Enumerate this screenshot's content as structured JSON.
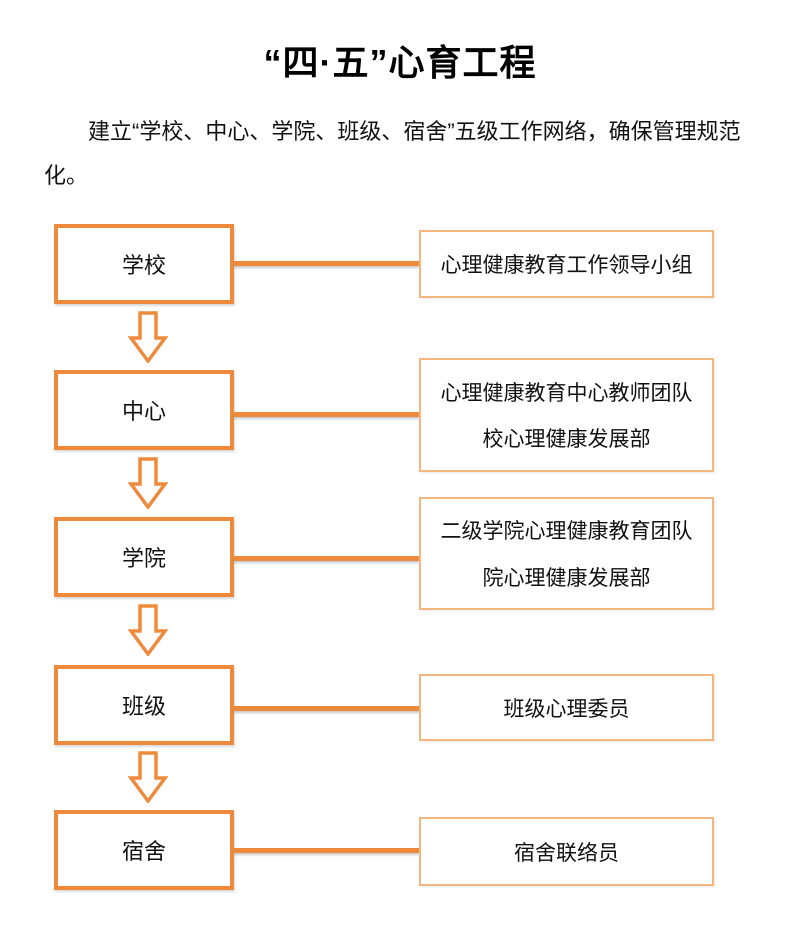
{
  "title": "“四·五”心育工程",
  "intro": "建立“学校、中心、学院、班级、宿舍”五级工作网络，确保管理规范化。",
  "colors": {
    "accent": "#ED8A3C",
    "accent_light": "#F3B67F",
    "text": "#111111"
  },
  "flow": {
    "rows": [
      {
        "level": "学校",
        "details": [
          "心理健康教育工作领导小组"
        ]
      },
      {
        "level": "中心",
        "details": [
          "心理健康教育中心教师团队",
          "校心理健康发展部"
        ]
      },
      {
        "level": "学院",
        "details": [
          "二级学院心理健康教育团队",
          "院心理健康发展部"
        ]
      },
      {
        "level": "班级",
        "details": [
          "班级心理委员"
        ]
      },
      {
        "level": "宿舍",
        "details": [
          "宿舍联络员"
        ]
      }
    ]
  }
}
